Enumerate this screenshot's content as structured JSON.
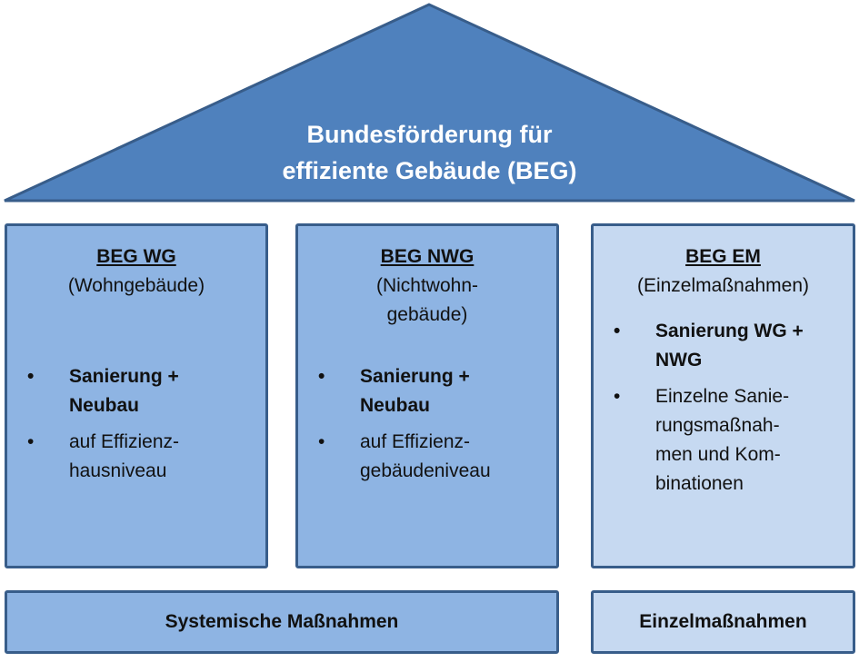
{
  "colors": {
    "roof": "#4f81bd",
    "border": "#385d8a",
    "pillar": "#8eb4e3",
    "pillar_light": "#c6d9f1"
  },
  "roof": {
    "line1": "Bundesförderung für",
    "line2": "effiziente Gebäude (BEG)"
  },
  "pillars": [
    {
      "title": "BEG WG",
      "subtitle": "(Wohngebäude)",
      "bullets": [
        {
          "text": "Sanierung +\nNeubau",
          "bold": true
        },
        {
          "text": "auf Effizienz-\nhausniveau",
          "bold": false
        }
      ]
    },
    {
      "title": "BEG NWG",
      "subtitle": "(Nichtwohn-\ngebäude)",
      "bullets": [
        {
          "text": "Sanierung +\nNeubau",
          "bold": true
        },
        {
          "text": "auf Effizienz-\ngebäudeniveau",
          "bold": false
        }
      ]
    },
    {
      "title": "BEG EM",
      "subtitle": "(Einzelmaßnahmen)",
      "bullets": [
        {
          "text": "Sanierung WG +\nNWG",
          "bold": true
        },
        {
          "text": "Einzelne Sanie-\nrungsmaßnah-\nmen und Kom-\nbinationen",
          "bold": false
        }
      ]
    }
  ],
  "base": {
    "left": "Systemische Maßnahmen",
    "right": "Einzelmaßnahmen"
  },
  "bullet_symbol": "•"
}
